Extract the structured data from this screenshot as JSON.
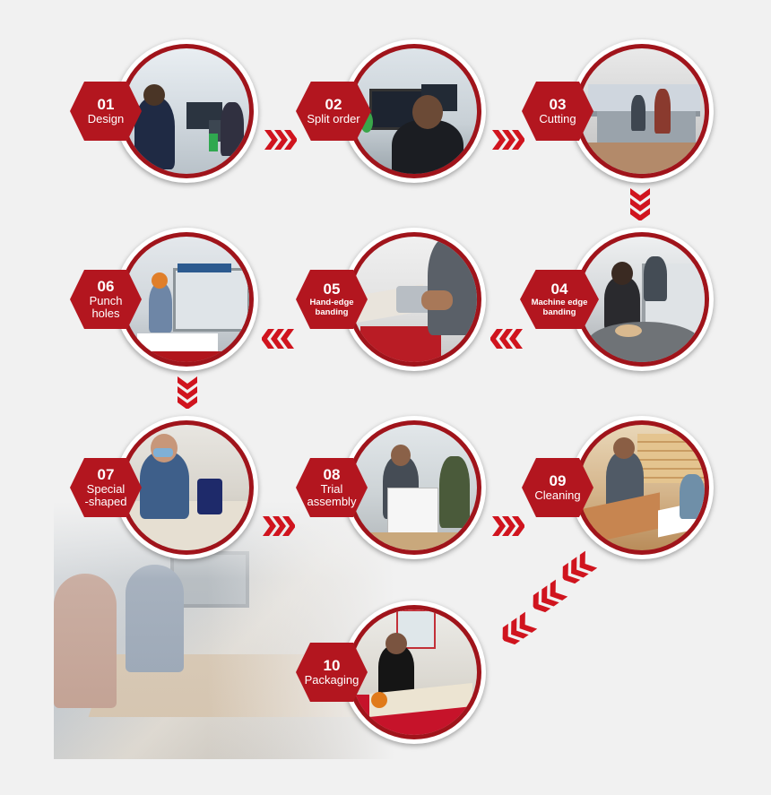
{
  "colors": {
    "accent": "#b3161f",
    "ring": "#a0141b",
    "background": "#f1f1f1",
    "arrow": "#d0141e"
  },
  "steps": [
    {
      "num": "01",
      "label": "Design"
    },
    {
      "num": "02",
      "label": "Split order"
    },
    {
      "num": "03",
      "label": "Cutting"
    },
    {
      "num": "04",
      "label": "Machine edge\nbanding"
    },
    {
      "num": "05",
      "label": "Hand-edge\nbanding"
    },
    {
      "num": "06",
      "label": "Punch\nholes"
    },
    {
      "num": "07",
      "label": "Special\n-shaped"
    },
    {
      "num": "08",
      "label": "Trial\nassembly"
    },
    {
      "num": "09",
      "label": "Cleaning"
    },
    {
      "num": "10",
      "label": "Packaging"
    }
  ],
  "arrow_icon": "triple-chevron-icon"
}
